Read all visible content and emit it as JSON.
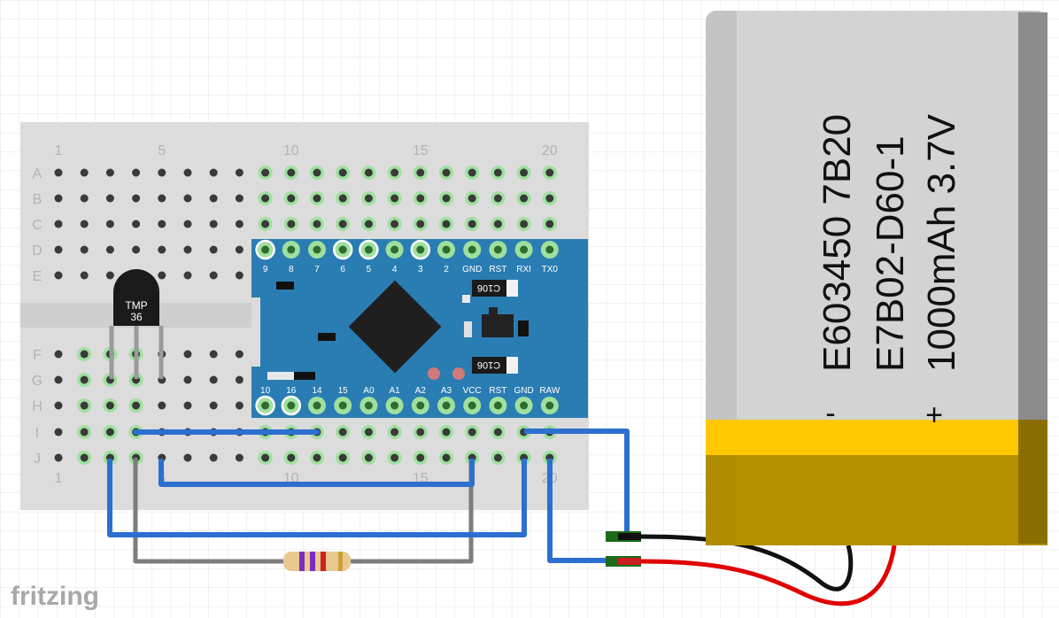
{
  "app": {
    "watermark": "fritzing"
  },
  "breadboard": {
    "column_labels": [
      "1",
      "5",
      "10",
      "15",
      "20"
    ],
    "row_labels_top": [
      "A",
      "B",
      "C",
      "D",
      "E"
    ],
    "row_labels_bottom": [
      "F",
      "G",
      "H",
      "I",
      "J"
    ]
  },
  "sensor": {
    "label_line1": "TMP",
    "label_line2": "36"
  },
  "arduino": {
    "top_pins": [
      "9",
      "8",
      "7",
      "6",
      "5",
      "4",
      "3",
      "2",
      "GND",
      "RST",
      "RXI",
      "TX0"
    ],
    "bottom_pins": [
      "10",
      "16",
      "14",
      "15",
      "A0",
      "A1",
      "A2",
      "A3",
      "VCC",
      "RST",
      "GND",
      "RAW"
    ],
    "chip_label": "C106"
  },
  "battery": {
    "line1": "E603450 7B20",
    "line2": "E7B02-D60-1",
    "line3": "1000mAh 3.7V",
    "minus": "-",
    "plus": "+"
  },
  "colors": {
    "pcb": "#2a7db3",
    "wire_blue": "#2d6fd0",
    "wire_grey": "#7d7d7d",
    "battery_body": "#bfbfbf",
    "battery_stripe": "#ffc800",
    "battery_base": "#b08d00"
  },
  "icons": [
    "tmp36-sensor-icon",
    "resistor-icon",
    "lipo-battery-icon",
    "microcontroller-chip-icon"
  ]
}
